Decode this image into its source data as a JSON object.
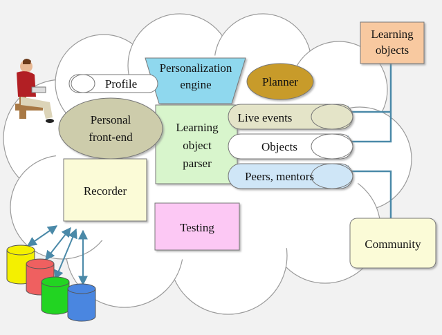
{
  "diagram": {
    "learning_objects": [
      "Learning",
      "objects"
    ],
    "personalization_engine": [
      "Personalization",
      "engine"
    ],
    "planner": "Planner",
    "profile": "Profile",
    "personal_front_end": [
      "Personal",
      "front-end"
    ],
    "learning_object_parser": [
      "Learning",
      "object",
      "parser"
    ],
    "live_events": "Live events",
    "objects": "Objects",
    "peers_mentors": "Peers, mentors",
    "recorder": "Recorder",
    "testing": "Testing",
    "community": "Community"
  },
  "colors": {
    "background": "#f2f2f2",
    "cloud": "#ffffff",
    "learning_objects_box": "#f8c9a0",
    "personalization_engine": "#8fd8ee",
    "planner": "#c89b2a",
    "personal_front_end": "#cdccab",
    "parser": "#d8f5cc",
    "live_events_bar": "#e4e4c8",
    "peers_bar": "#cfe6f7",
    "recorder": "#fbfbd7",
    "testing": "#fcc8f4",
    "community": "#fbfbd7",
    "arrow": "#4a89a8",
    "db_yellow": "#f4f000",
    "db_red": "#ef6060",
    "db_green": "#22d422",
    "db_blue": "#4a86e0"
  },
  "icons": [
    "person-reading-icon",
    "database-yellow-icon",
    "database-red-icon",
    "database-green-icon",
    "database-blue-icon"
  ]
}
